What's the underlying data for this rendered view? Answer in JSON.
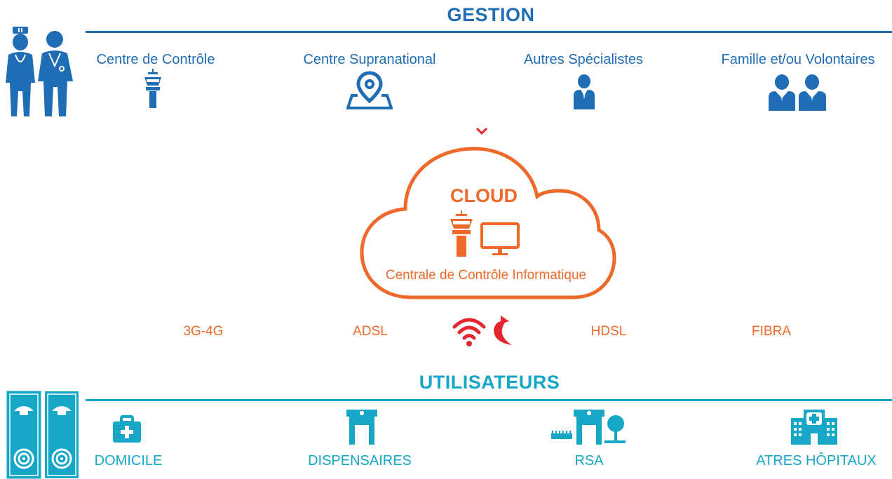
{
  "gestion": {
    "title": "GESTION",
    "items": [
      {
        "label": "Centre de Contrôle",
        "icon": "control-tower-icon"
      },
      {
        "label": "Centre Supranational",
        "icon": "map-pin-icon"
      },
      {
        "label": "Autres Spécialistes",
        "icon": "specialist-icon"
      },
      {
        "label": "Famille et/ou Volontaires",
        "icon": "family-icon"
      }
    ]
  },
  "cloud": {
    "title": "CLOUD",
    "subtitle": "Centrale de Contrôle Informatique"
  },
  "networks": [
    "3G-4G",
    "ADSL",
    "HDSL",
    "FIBRA"
  ],
  "utilisateurs": {
    "title": "UTILISATEURS",
    "items": [
      {
        "label": "DOMICILE",
        "icon": "medical-kit-icon"
      },
      {
        "label": "DISPENSAIRES",
        "icon": "dispensary-icon"
      },
      {
        "label": "RSA",
        "icon": "care-home-icon"
      },
      {
        "label": "ATRES HÔPITAUX",
        "icon": "hospital-icon"
      }
    ]
  },
  "colors": {
    "gestion": "#1f6db5",
    "utilisateurs": "#16a7c6",
    "cloud": "#ee6a2b",
    "wireless": "#e3262f"
  }
}
